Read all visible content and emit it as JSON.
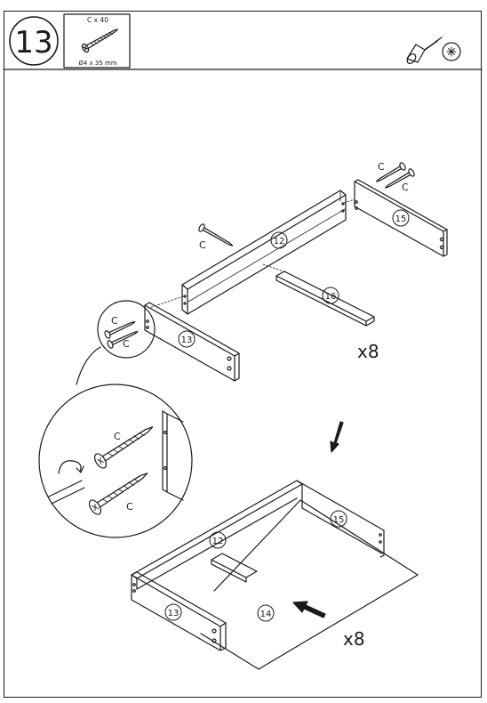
{
  "step": {
    "number": "13"
  },
  "hardware": {
    "code_qty": "C x 40",
    "size": "Ø4 x 35 mm",
    "icon": "screw-icon"
  },
  "tool": {
    "icon": "phillips-screwdriver-icon"
  },
  "parts": {
    "p12": "12",
    "p13": "13",
    "p14": "14",
    "p15": "15",
    "p16": "16"
  },
  "screw_letter": "C",
  "multipliers": {
    "slats": "x8",
    "bottoms": "x8"
  }
}
